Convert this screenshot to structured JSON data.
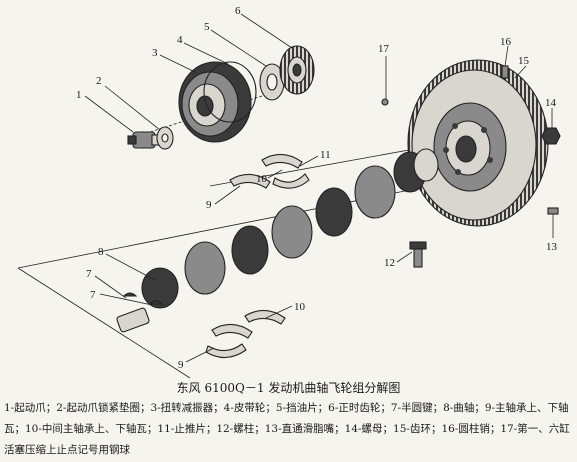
{
  "title": "东风 6100Q－1 发动机曲轴飞轮组分解图",
  "part_numbers": [
    "1",
    "2",
    "3",
    "4",
    "5",
    "6",
    "7",
    "7",
    "8",
    "9",
    "9",
    "10",
    "10",
    "11",
    "12",
    "13",
    "14",
    "15",
    "16",
    "17"
  ],
  "legend_text": "1-起动爪；2-起动爪锁紧垫圈；3-扭转减振器；4-皮带轮；5-挡油片；6-正时齿轮；7-半圆键；8-曲轴；9-主轴承上、下轴瓦；10-中间主轴承上、下轴瓦；11-止推片；12-螺柱；13-直通滑脂嘴；14-螺母；15-齿环；16-圆柱销；17-第一、六缸活塞压缩上止点记号用钢球",
  "colors": {
    "ink": "#1a1a1a",
    "paper": "#f6f4ee",
    "metal_dark": "#3a3a3a",
    "metal_mid": "#8a8a8a",
    "metal_light": "#d8d6cf"
  }
}
